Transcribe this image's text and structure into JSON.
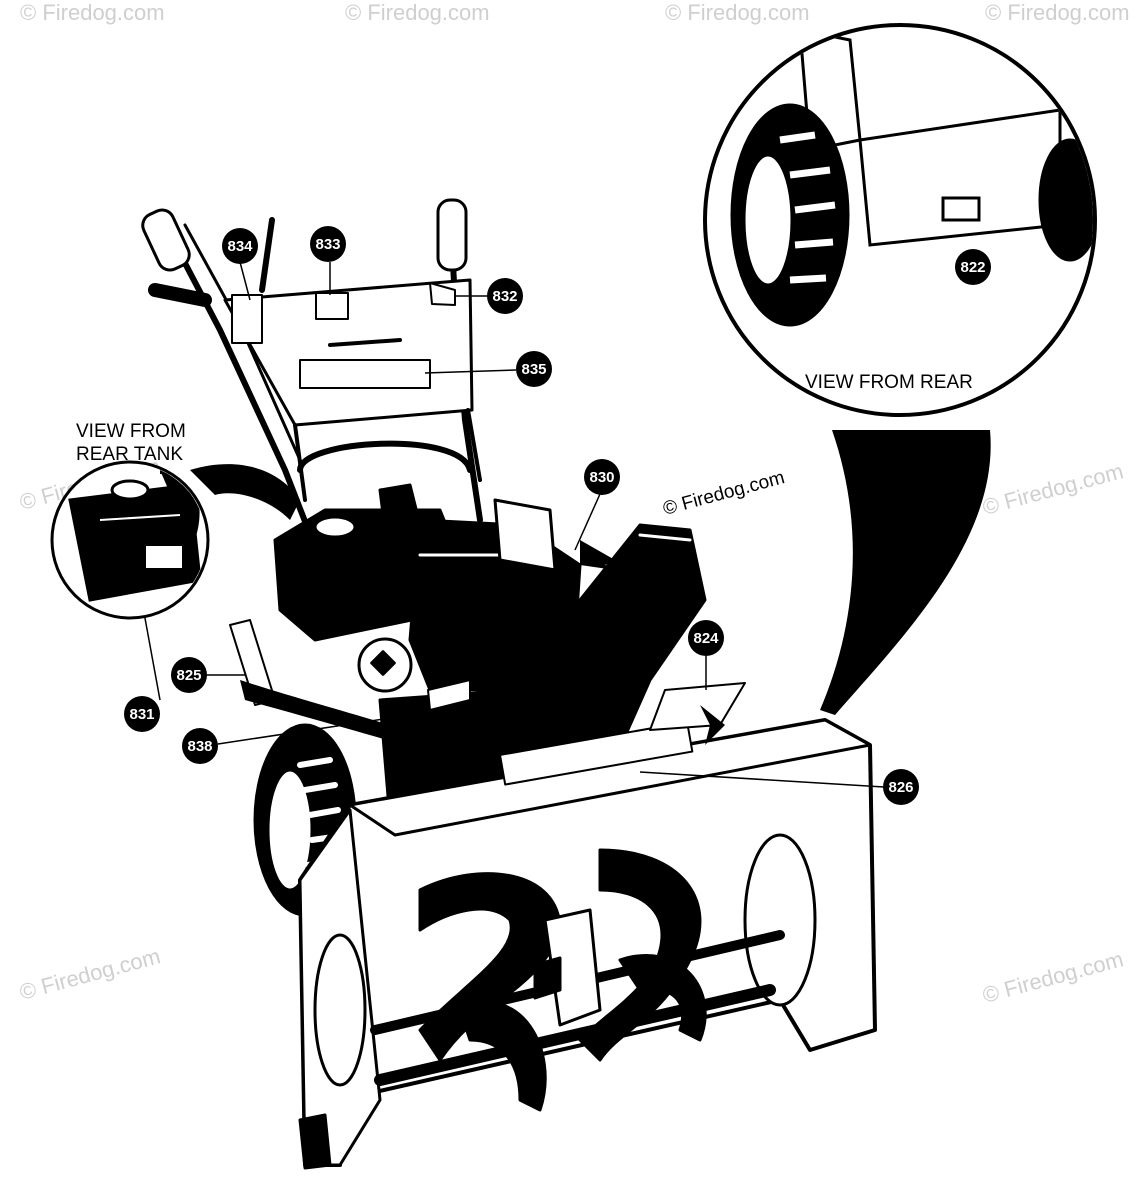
{
  "diagram": {
    "views": {
      "rear": "VIEW FROM REAR",
      "rear_tank_line1": "VIEW FROM",
      "rear_tank_line2": "REAR TANK"
    },
    "copyright": "© Firedog.com",
    "watermark": "© Firedog.com",
    "callouts": [
      "834",
      "833",
      "832",
      "835",
      "822",
      "830",
      "824",
      "825",
      "831",
      "838",
      "826"
    ],
    "colors": {
      "ink": "#000000",
      "paper": "#ffffff",
      "watermark": "#cfcfcf"
    }
  }
}
